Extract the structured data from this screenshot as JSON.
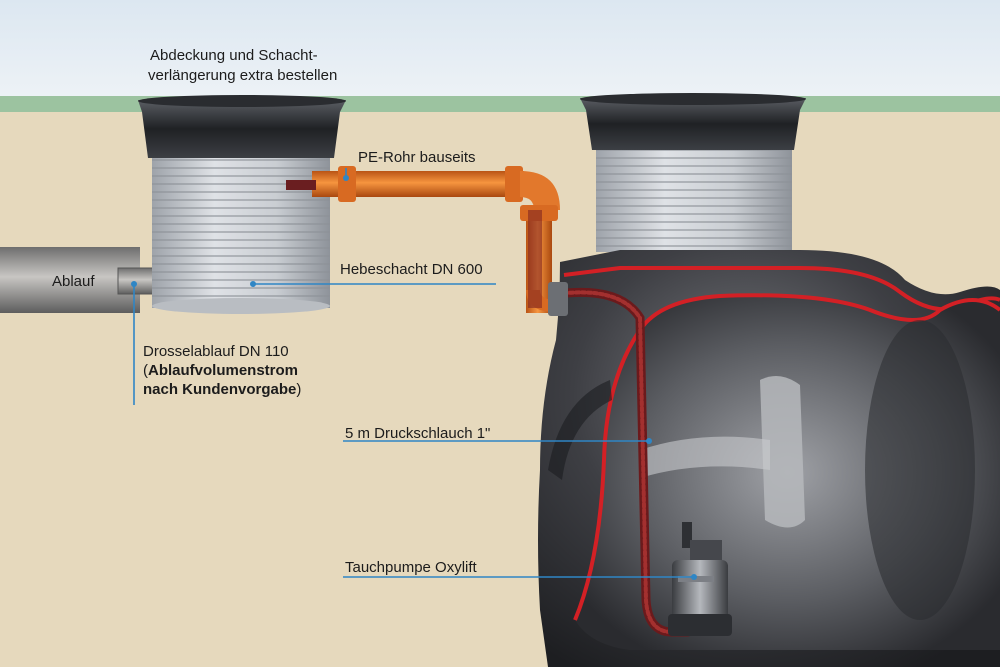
{
  "labels": {
    "cover_line1": "Abdeckung und Schacht-",
    "cover_line2": "verlängerung extra bestellen",
    "pe_pipe": "PE-Rohr bauseits",
    "lift_shaft": "Hebeschacht DN 600",
    "outlet": "Ablauf",
    "throttle_line1": "Drosselablauf DN 110",
    "throttle_line2_open": "(",
    "throttle_line2_bold": "Ablaufvolumenstrom",
    "throttle_line3_bold": "nach Kundenvorgabe",
    "throttle_line3_close": ")",
    "pressure_hose": "5 m Druckschlauch 1\"",
    "pump": "Tauchpumpe Oxylift"
  },
  "colors": {
    "sky": "#e3ecf3",
    "grass": "#9cc3a0",
    "soil": "#e6d9bd",
    "pe_pipe": "#ea7a2a",
    "hose": "#8a1f22",
    "tank": "#3a3a3e",
    "leader_line": "#2f86c5"
  }
}
